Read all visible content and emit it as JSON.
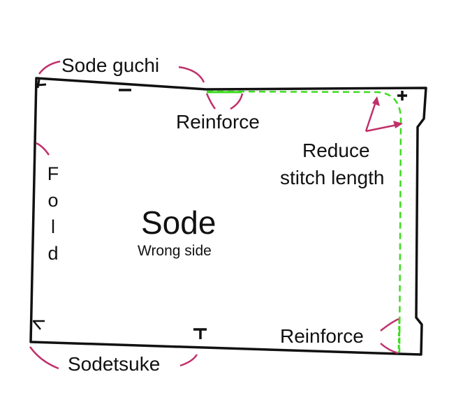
{
  "diagram": {
    "title": "Sode",
    "subtitle": "Wrong side",
    "labels": {
      "sode_guchi": "Sode guchi",
      "reinforce_top": "Reinforce",
      "reduce_line1": "Reduce",
      "reduce_line2": "stitch length",
      "fold_letters": [
        "F",
        "o",
        "l",
        "d"
      ],
      "reinforce_bottom": "Reinforce",
      "sodetsuke": "Sodetsuke"
    },
    "marks": {
      "plus": "+",
      "tee": "T"
    },
    "colors": {
      "outline": "#111111",
      "stitch_line": "#3ddc1e",
      "annotation": "#c0306a",
      "text": "#111111"
    }
  }
}
